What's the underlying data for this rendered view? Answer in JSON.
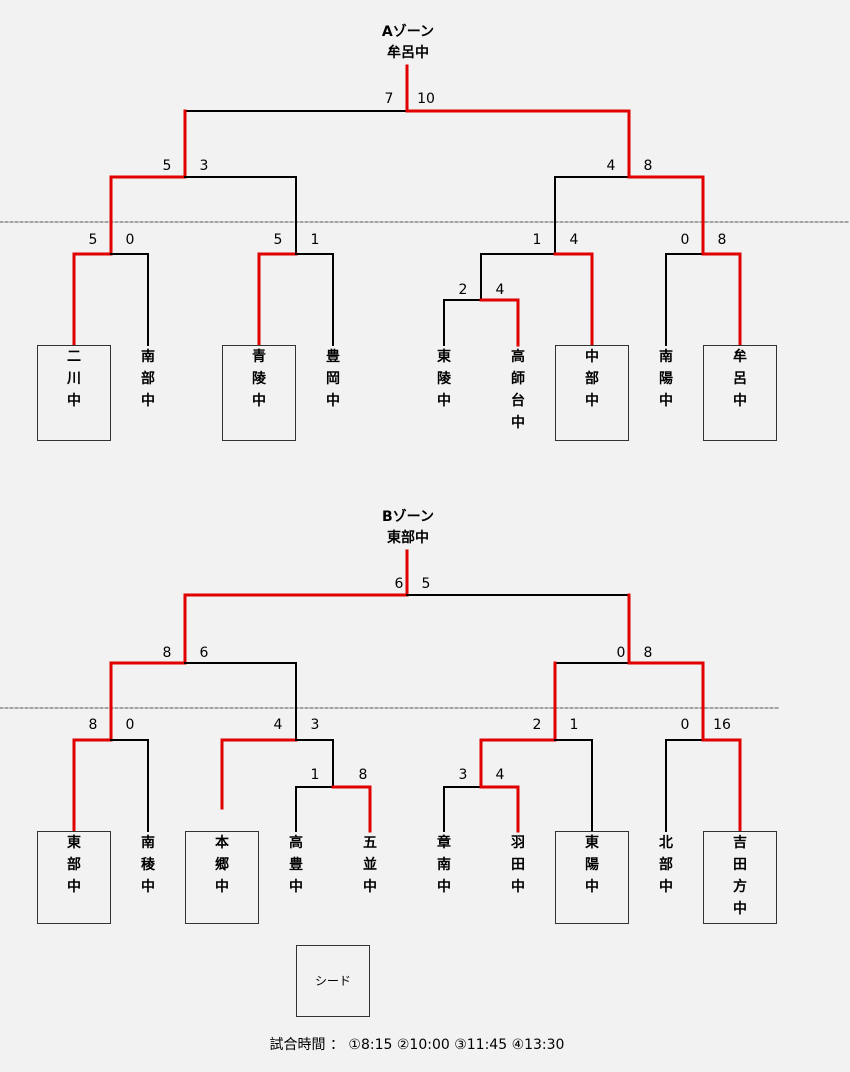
{
  "zoneA": {
    "title": "Aゾーン",
    "winner": "牟呂中",
    "scores": [
      "7",
      "10",
      "5",
      "3",
      "4",
      "8",
      "5",
      "0",
      "5",
      "1",
      "1",
      "4",
      "0",
      "8",
      "2",
      "4"
    ],
    "teams": [
      "二\n川\n中",
      "南\n部\n中",
      "青\n陵\n中",
      "豊\n岡\n中",
      "東\n陵\n中",
      "高\n師\n台\n中",
      "中\n部\n中",
      "南\n陽\n中",
      "牟\n呂\n中"
    ]
  },
  "zoneB": {
    "title": "Bゾーン",
    "winner": "東部中",
    "scores": [
      "6",
      "5",
      "8",
      "6",
      "0",
      "8",
      "8",
      "0",
      "4",
      "3",
      "2",
      "1",
      "0",
      "16",
      "1",
      "8",
      "3",
      "4"
    ],
    "teams": [
      "東\n部\n中",
      "南\n稜\n中",
      "本\n郷\n中",
      "高\n豊\n中",
      "五\n並\n中",
      "章\n南\n中",
      "羽\n田\n中",
      "東\n陽\n中",
      "北\n部\n中",
      "吉\n田\n方\n中"
    ]
  },
  "legend": {
    "seed_label": "シード"
  },
  "footer": {
    "match_times": "試合時間 ： ①8:15 ②10:00 ③11:45 ④13:30"
  },
  "colors": {
    "winner_line": "#e00000",
    "line": "#000000",
    "divider": "#555555",
    "background": "#f2f2f2"
  }
}
